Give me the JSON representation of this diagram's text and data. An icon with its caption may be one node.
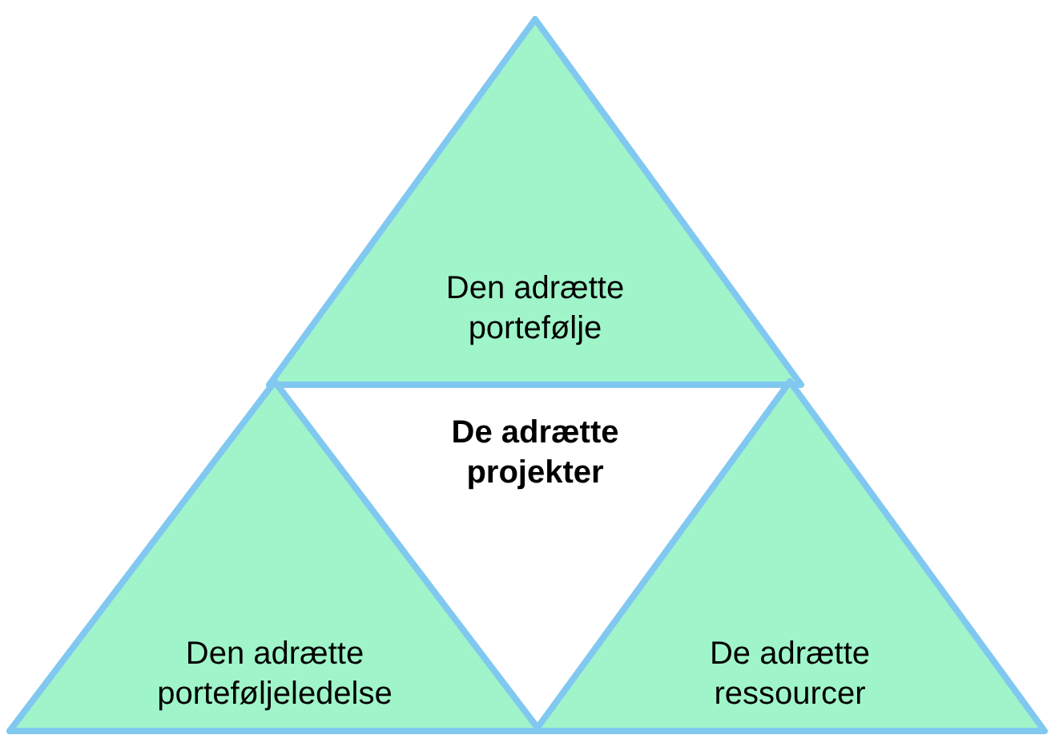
{
  "diagram": {
    "nodes": [
      {
        "text": [
          "Den adrætte portefølje"
        ]
      },
      {
        "text": [
          "Den adrætte porteføljeledelse"
        ]
      },
      {
        "text": [
          "De adrætte ressourcer"
        ]
      }
    ],
    "labels": [
      "De adrætte projekter"
    ]
  }
}
